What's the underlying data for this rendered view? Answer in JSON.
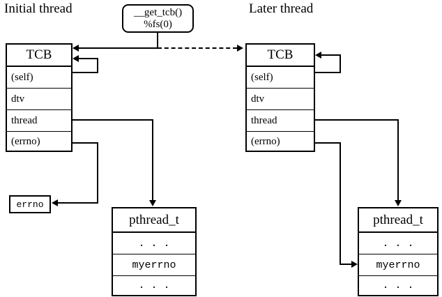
{
  "diagram": {
    "title_left": "Initial thread",
    "title_right": "Later thread",
    "callout": {
      "line1": "__get_tcb()",
      "line2": "%fs(0)"
    },
    "tcb_left": {
      "title": "TCB",
      "fields": [
        "(self)",
        "dtv",
        "thread",
        "(errno)"
      ]
    },
    "tcb_right": {
      "title": "TCB",
      "fields": [
        "(self)",
        "dtv",
        "thread",
        "(errno)"
      ]
    },
    "errno_box": {
      "label": "errno"
    },
    "pthread_left": {
      "title": "pthread_t",
      "fields": [
        ". . .",
        "myerrno",
        ". . ."
      ]
    },
    "pthread_right": {
      "title": "pthread_t",
      "fields": [
        ". . .",
        "myerrno",
        ". . ."
      ]
    }
  }
}
